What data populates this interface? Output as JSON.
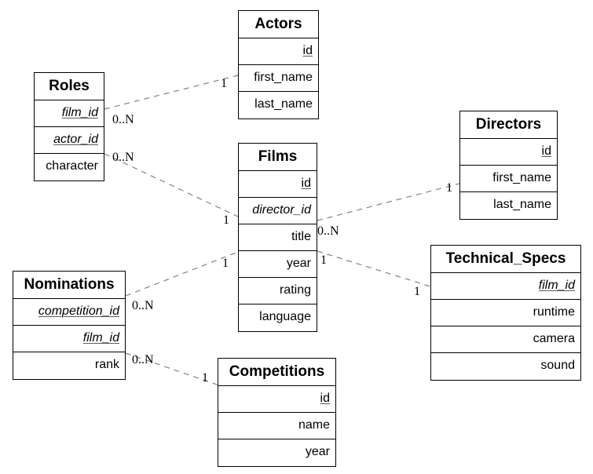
{
  "tables": {
    "actors": {
      "title": "Actors",
      "rows": [
        "id",
        "first_name",
        "last_name"
      ]
    },
    "roles": {
      "title": "Roles",
      "rows": [
        "film_id",
        "actor_id",
        "character"
      ]
    },
    "films": {
      "title": "Films",
      "rows": [
        "id",
        "director_id",
        "title",
        "year",
        "rating",
        "language"
      ]
    },
    "directors": {
      "title": "Directors",
      "rows": [
        "id",
        "first_name",
        "last_name"
      ]
    },
    "nominations": {
      "title": "Nominations",
      "rows": [
        "competition_id",
        "film_id",
        "rank"
      ]
    },
    "technical_specs": {
      "title": "Technical_Specs",
      "rows": [
        "film_id",
        "runtime",
        "camera",
        "sound"
      ]
    },
    "competitions": {
      "title": "Competitions",
      "rows": [
        "id",
        "name",
        "year"
      ]
    }
  },
  "relationships": [
    {
      "from": "Roles",
      "to": "Actors",
      "from_cardinality": "0..N",
      "to_cardinality": "1"
    },
    {
      "from": "Roles",
      "to": "Films",
      "from_cardinality": "0..N",
      "to_cardinality": "1"
    },
    {
      "from": "Films",
      "to": "Directors",
      "from_cardinality": "0..N",
      "to_cardinality": "1"
    },
    {
      "from": "Films",
      "to": "Technical_Specs",
      "from_cardinality": "1",
      "to_cardinality": "1"
    },
    {
      "from": "Nominations",
      "to": "Films",
      "from_cardinality": "0..N",
      "to_cardinality": "1"
    },
    {
      "from": "Nominations",
      "to": "Competitions",
      "from_cardinality": "0..N",
      "to_cardinality": "1"
    }
  ],
  "colors": {
    "background": "#ffffff",
    "table_fill": "#ffffff",
    "table_border": "#000000",
    "text": "#000000",
    "relationship_line": "#828282",
    "cardinality_text": "#000000"
  }
}
